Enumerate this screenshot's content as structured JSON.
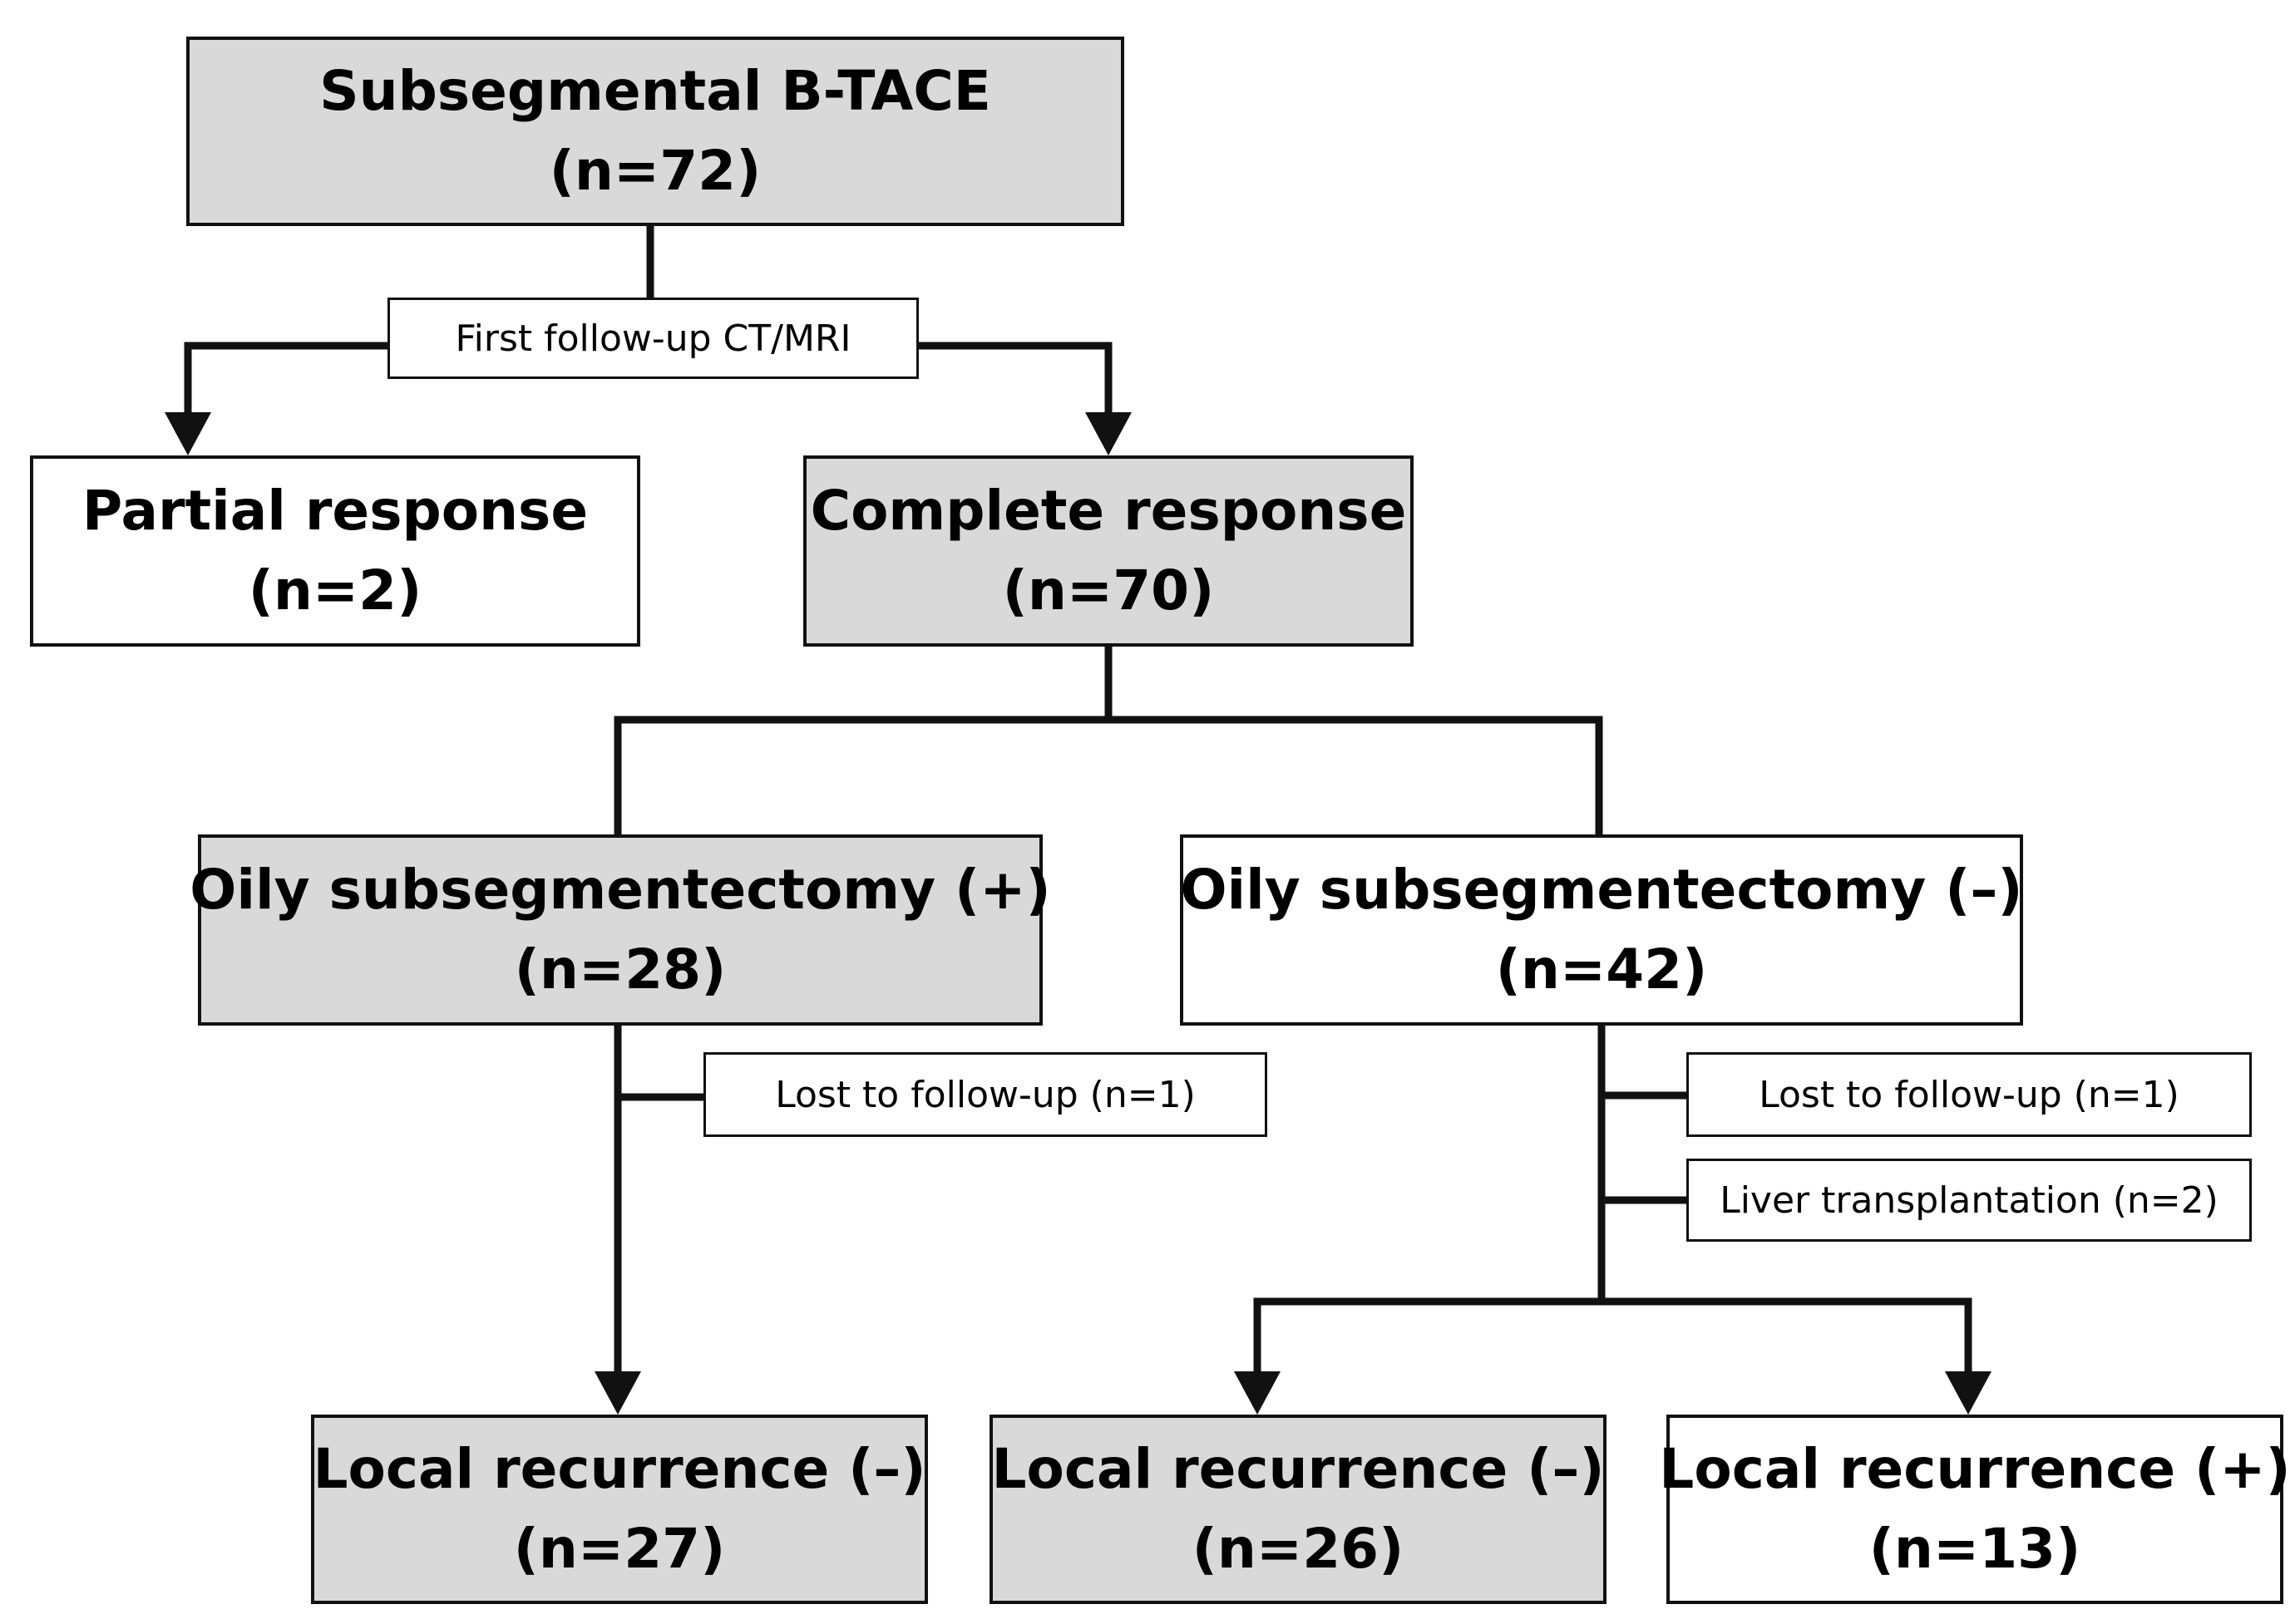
{
  "colors": {
    "shaded_fill": "#d9d9d9",
    "plain_fill": "#ffffff",
    "line": "#111111"
  },
  "nodes": {
    "root": {
      "title": "Subsegmental B-TACE",
      "count": "(n=72)"
    },
    "partial": {
      "title": "Partial response",
      "count": "(n=2)"
    },
    "complete": {
      "title": "Complete response",
      "count": "(n=70)"
    },
    "oily_pos": {
      "title": "Oily subsegmentectomy (+)",
      "count": "(n=28)"
    },
    "oily_neg": {
      "title": "Oily subsegmentectomy (–)",
      "count": "(n=42)"
    },
    "lr_neg_a": {
      "title": "Local recurrence (–)",
      "count": "(n=27)"
    },
    "lr_neg_b": {
      "title": "Local recurrence (–)",
      "count": "(n=26)"
    },
    "lr_pos": {
      "title": "Local recurrence (+)",
      "count": "(n=13)"
    }
  },
  "notes": {
    "followup": "First follow-up CT/MRI",
    "lost_a": "Lost to follow-up (n=1)",
    "lost_b": "Lost to follow-up (n=1)",
    "transplant": "Liver transplantation (n=2)"
  }
}
